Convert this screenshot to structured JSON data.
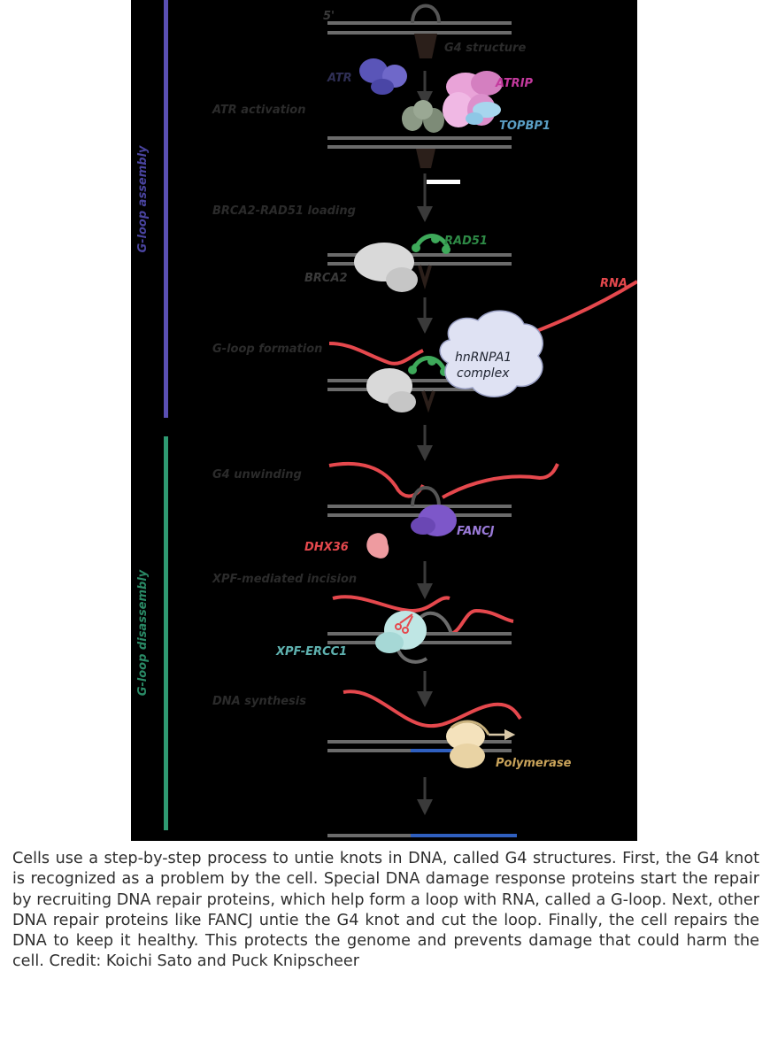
{
  "figure": {
    "phase_labels": {
      "assembly": "G-loop assembly",
      "disassembly": "G-loop disassembly"
    },
    "five_prime": "5'",
    "steps": [
      "G4 structure",
      "ATR activation",
      "BRCA2-RAD51 loading",
      "G-loop formation",
      "G4 unwinding",
      "XPF-mediated incision",
      "DNA synthesis"
    ],
    "proteins": {
      "atr": "ATR",
      "atrip": "ATRIP",
      "topbp1": "TOPBP1",
      "rad51": "RAD51",
      "brca2": "BRCA2",
      "rna": "RNA",
      "hnrnpa1": "hnRNPA1",
      "complex": "complex",
      "fancj": "FANCJ",
      "dhx36": "DHX36",
      "xpf": "XPF-ERCC1",
      "polymerase": "Polymerase"
    },
    "colors": {
      "dna": "#6b6b6b",
      "rna": "#e5484d",
      "new_dna": "#2f5fbf",
      "assembly_bar": "#5a4fb3",
      "disassembly_bar": "#2f9a72"
    }
  },
  "caption": "Cells use a step-by-step process to untie knots in DNA, called G4 structures. First, the G4 knot is recognized as a problem by the cell. Special DNA damage response proteins start the repair by recruiting DNA repair proteins, which help form a loop with RNA, called a G-loop. Next, other DNA repair proteins like FANCJ untie the G4 knot and cut the loop. Finally, the cell repairs the DNA to keep it healthy. This protects the genome and prevents damage that could harm the cell. Credit: Koichi Sato and Puck Knipscheer"
}
